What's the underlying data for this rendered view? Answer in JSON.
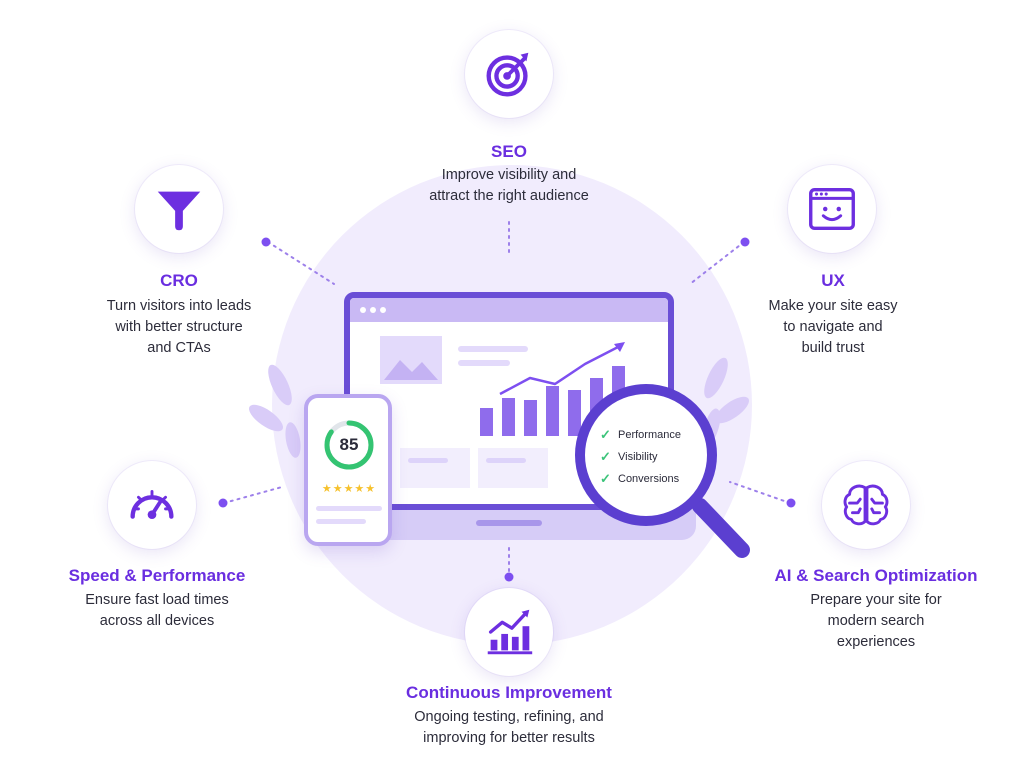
{
  "features": {
    "seo": {
      "title": "SEO",
      "desc_lines": [
        "Improve visibility and",
        "attract the right audience"
      ],
      "icon": "target-icon"
    },
    "cro": {
      "title": "CRO",
      "desc_lines": [
        "Turn visitors into leads",
        "with better structure",
        "and CTAs"
      ],
      "icon": "funnel-icon"
    },
    "ux": {
      "title": "UX",
      "desc_lines": [
        "Make your site easy",
        "to navigate and",
        "build trust"
      ],
      "icon": "smiley-browser-icon"
    },
    "speed": {
      "title": "Speed & Performance",
      "desc_lines": [
        "Ensure fast load times",
        "across all devices"
      ],
      "icon": "speedometer-icon"
    },
    "ai": {
      "title": "AI & Search Optimization",
      "desc_lines": [
        "Prepare your site for",
        "modern search",
        "experiences"
      ],
      "icon": "brain-icon"
    },
    "continuous": {
      "title": "Continuous Improvement",
      "desc_lines": [
        "Ongoing testing, refining, and",
        "improving for better results"
      ],
      "icon": "growth-chart-icon"
    }
  },
  "phone": {
    "score": "85",
    "stars": "★★★★★"
  },
  "magnifier": {
    "items": [
      "Performance",
      "Visibility",
      "Conversions"
    ]
  },
  "colors": {
    "accent": "#6a2ee0",
    "icon_purple": "#6d2fe0",
    "laptop_frame": "#6a4ed6",
    "check_green": "#3cc47a",
    "star_gold": "#f6c12c",
    "backdrop_lavender": "#f1ecfd"
  }
}
